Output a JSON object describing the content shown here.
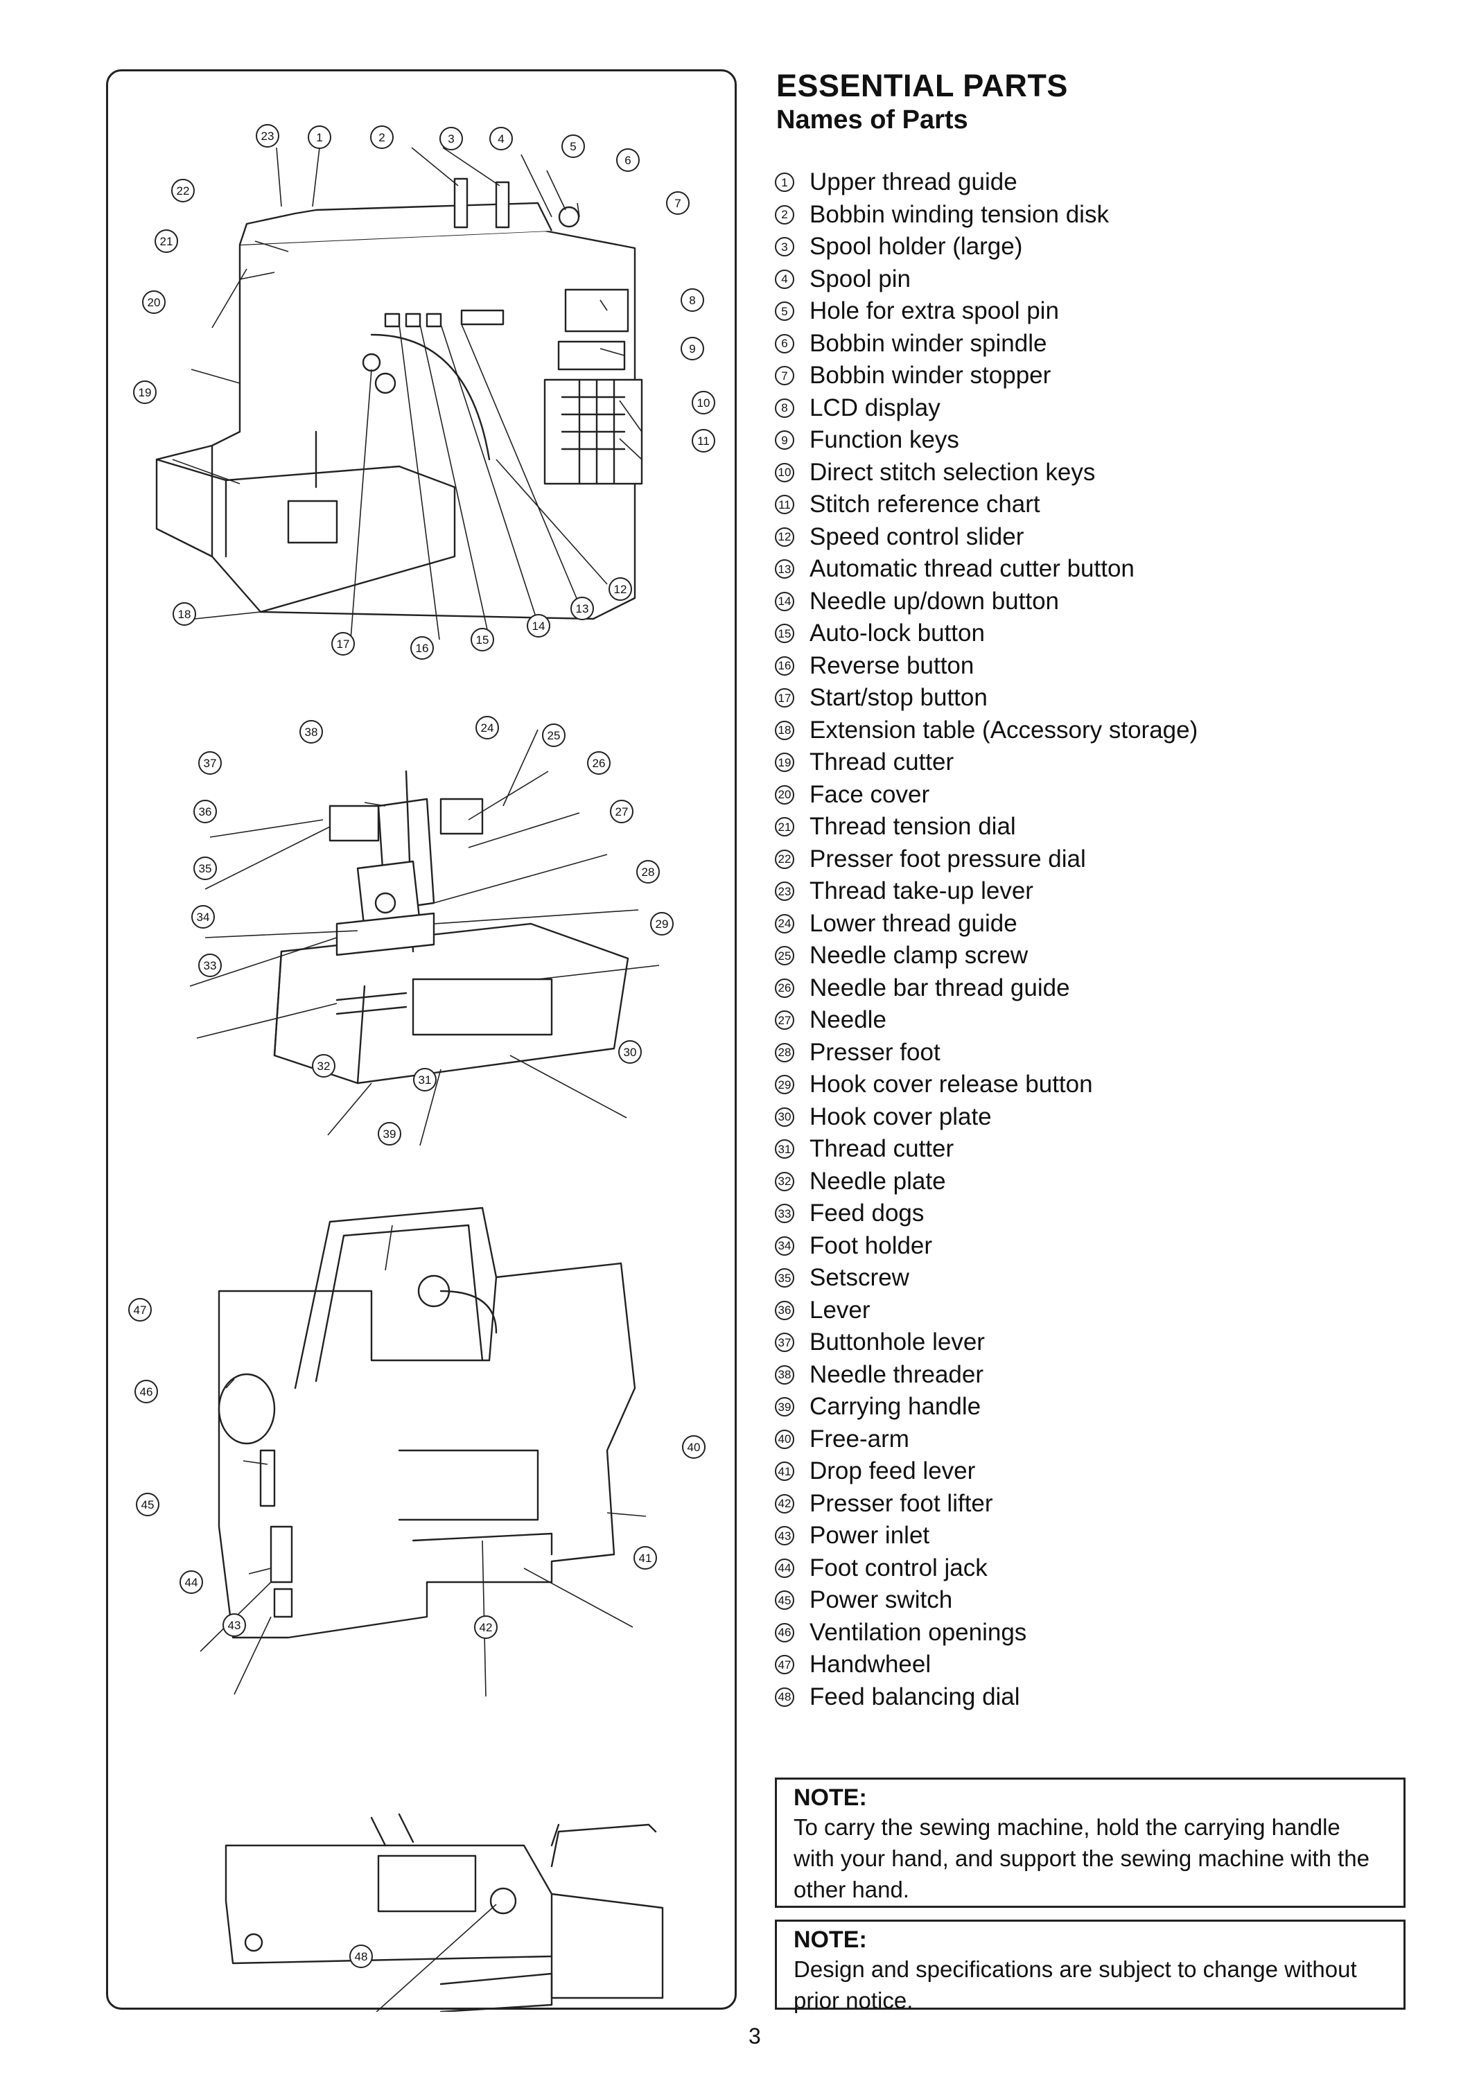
{
  "header": {
    "title": "ESSENTIAL PARTS",
    "subtitle": "Names of Parts"
  },
  "parts": [
    {
      "num": "1",
      "name": "Upper thread guide"
    },
    {
      "num": "2",
      "name": "Bobbin winding tension disk"
    },
    {
      "num": "3",
      "name": "Spool holder (large)"
    },
    {
      "num": "4",
      "name": "Spool pin"
    },
    {
      "num": "5",
      "name": "Hole for extra spool pin"
    },
    {
      "num": "6",
      "name": "Bobbin winder spindle"
    },
    {
      "num": "7",
      "name": "Bobbin winder stopper"
    },
    {
      "num": "8",
      "name": "LCD display"
    },
    {
      "num": "9",
      "name": "Function keys"
    },
    {
      "num": "10",
      "name": "Direct stitch selection keys"
    },
    {
      "num": "11",
      "name": "Stitch reference chart"
    },
    {
      "num": "12",
      "name": "Speed control slider"
    },
    {
      "num": "13",
      "name": "Automatic thread cutter button"
    },
    {
      "num": "14",
      "name": "Needle up/down button"
    },
    {
      "num": "15",
      "name": "Auto-lock button"
    },
    {
      "num": "16",
      "name": "Reverse button"
    },
    {
      "num": "17",
      "name": "Start/stop button"
    },
    {
      "num": "18",
      "name": "Extension table (Accessory storage)"
    },
    {
      "num": "19",
      "name": "Thread cutter"
    },
    {
      "num": "20",
      "name": "Face cover"
    },
    {
      "num": "21",
      "name": "Thread tension dial"
    },
    {
      "num": "22",
      "name": "Presser foot pressure dial"
    },
    {
      "num": "23",
      "name": "Thread take-up lever"
    },
    {
      "num": "24",
      "name": "Lower thread guide"
    },
    {
      "num": "25",
      "name": "Needle clamp screw"
    },
    {
      "num": "26",
      "name": "Needle bar thread guide"
    },
    {
      "num": "27",
      "name": "Needle"
    },
    {
      "num": "28",
      "name": "Presser foot"
    },
    {
      "num": "29",
      "name": "Hook cover release button"
    },
    {
      "num": "30",
      "name": "Hook cover plate"
    },
    {
      "num": "31",
      "name": "Thread cutter"
    },
    {
      "num": "32",
      "name": "Needle plate"
    },
    {
      "num": "33",
      "name": "Feed dogs"
    },
    {
      "num": "34",
      "name": "Foot holder"
    },
    {
      "num": "35",
      "name": "Setscrew"
    },
    {
      "num": "36",
      "name": "Lever"
    },
    {
      "num": "37",
      "name": "Buttonhole lever"
    },
    {
      "num": "38",
      "name": "Needle threader"
    },
    {
      "num": "39",
      "name": "Carrying handle"
    },
    {
      "num": "40",
      "name": "Free-arm"
    },
    {
      "num": "41",
      "name": "Drop feed lever"
    },
    {
      "num": "42",
      "name": "Presser foot lifter"
    },
    {
      "num": "43",
      "name": "Power inlet"
    },
    {
      "num": "44",
      "name": "Foot control jack"
    },
    {
      "num": "45",
      "name": "Power switch"
    },
    {
      "num": "46",
      "name": "Ventilation openings"
    },
    {
      "num": "47",
      "name": "Handwheel"
    },
    {
      "num": "48",
      "name": "Feed balancing dial"
    }
  ],
  "notes": [
    {
      "title": "NOTE:",
      "text": "To carry the sewing machine, hold the carrying handle with your hand, and support the sewing machine with the other hand."
    },
    {
      "title": "NOTE:",
      "text": "Design and specifications are subject to change without prior notice."
    }
  ],
  "page_number": "3"
}
